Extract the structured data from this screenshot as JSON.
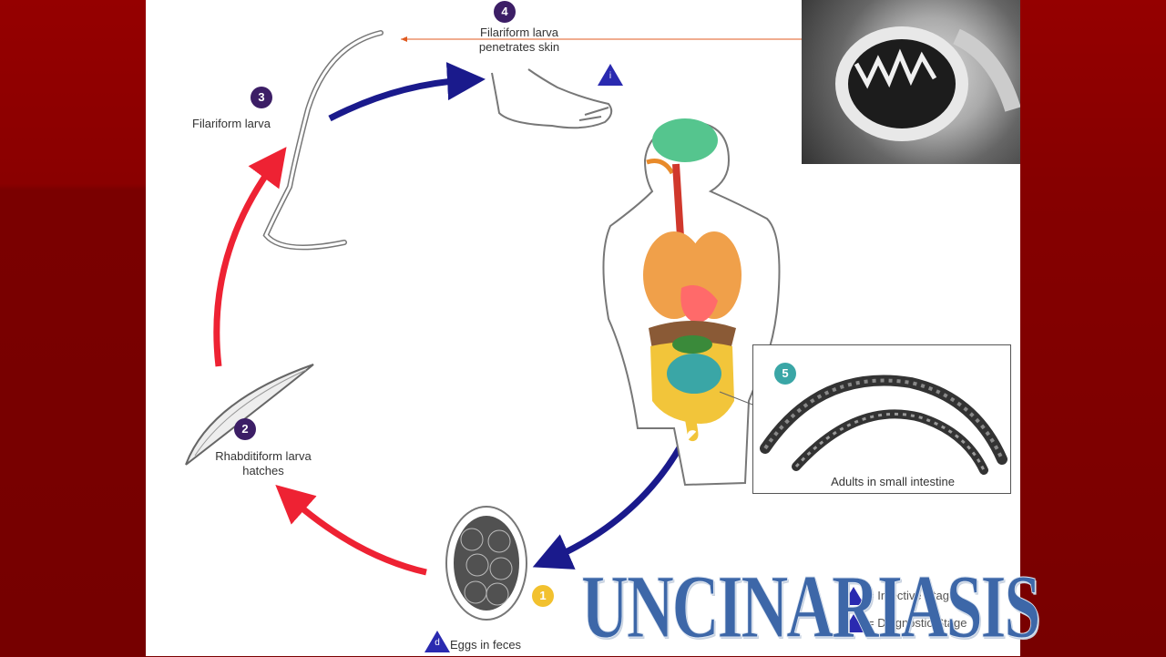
{
  "diagram": {
    "step1": {
      "number": "1"
    },
    "step2": {
      "number": "2",
      "label_line1": "Rhabditiform larva",
      "label_line2": "hatches"
    },
    "step3": {
      "number": "3",
      "label": "Filariform larva"
    },
    "step4": {
      "number": "4",
      "label_line1": "Filariform larva",
      "label_line2": "penetrates skin"
    },
    "step5": {
      "number": "5",
      "label": "Adults in small intestine"
    },
    "eggs_label": "Eggs in feces",
    "triangle_i": "i",
    "triangle_d": "d",
    "legend": {
      "line1": "= Infective Stage",
      "line2": "= Diagnostic Stage"
    }
  },
  "title": "UNCINARIASIS",
  "colors": {
    "background": "#7a0000",
    "panel": "#ffffff",
    "arrow_red": "#ee2233",
    "arrow_blue": "#1a1a8c",
    "badge_purple": "#3c1e66",
    "badge_teal": "#3aa6a6",
    "badge_yellow": "#f2c12e",
    "title": "#3d67a8"
  }
}
